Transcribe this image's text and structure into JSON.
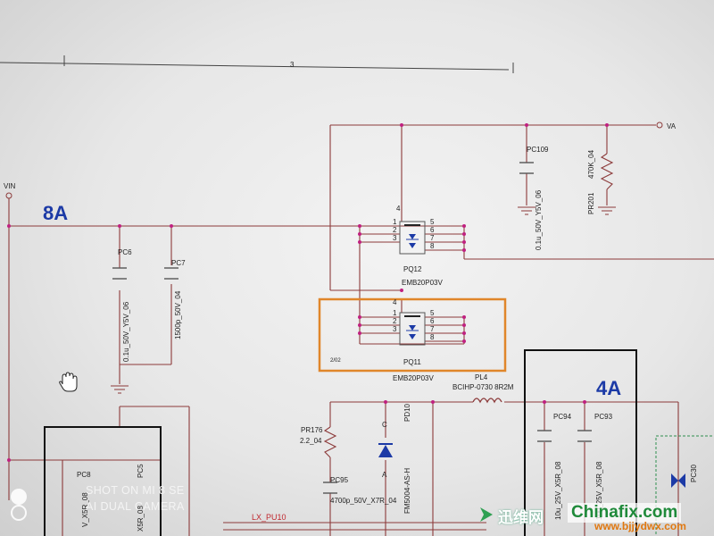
{
  "schematic": {
    "sheet_ref": "3",
    "rails": {
      "vin": "VIN",
      "va": "VA",
      "lx": "LX_PU10"
    },
    "current_labels": {
      "input": "8A",
      "output": "4A"
    },
    "highlight_tag": "2/02",
    "components": {
      "pc109": {
        "ref": "PC109",
        "value": "0.1u_50V_Y5V_06"
      },
      "pr201": {
        "ref": "PR201",
        "value": "470K_04"
      },
      "pc6": {
        "ref": "PC6",
        "value": "0.1u_50V_Y5V_06"
      },
      "pc7": {
        "ref": "PC7",
        "value": "1500p_50V_04"
      },
      "pq12": {
        "ref": "PQ12",
        "part": "EMB20P03V"
      },
      "pq11": {
        "ref": "PQ11",
        "part": "EMB20P03V"
      },
      "pl4": {
        "ref": "PL4",
        "part": "BCIHP-0730 8R2M"
      },
      "pr176": {
        "ref": "PR176",
        "value": "2.2_04"
      },
      "pd10": {
        "ref": "PD10",
        "part": "FM5004-AS-H"
      },
      "pc95": {
        "ref": "PC95",
        "value": "4700p_50V_X7R_04"
      },
      "pc94": {
        "ref": "PC94",
        "value": "10u_25V_X5R_08"
      },
      "pc93": {
        "ref": "PC93",
        "value": "10u_25V_X5R_08"
      },
      "pc8": {
        "ref": "PC8",
        "value": "V_X5R_08"
      },
      "pc5": {
        "ref": "PC5",
        "value": "X5R_08"
      },
      "pc30": {
        "ref": "PC30"
      }
    },
    "pins": {
      "left": [
        "1",
        "2",
        "3"
      ],
      "right": [
        "5",
        "6",
        "7",
        "8"
      ],
      "gate": "4"
    },
    "diode_pins": {
      "cathode": "C",
      "anode": "A"
    }
  },
  "watermarks": {
    "camera_line1": "SHOT ON MI 8 SE",
    "camera_line2": "AI DUAL CAMERA",
    "site_cn": "迅维网",
    "site_en": "Chinafix.com",
    "site_url": "www.bjjydwx.com"
  },
  "colors": {
    "wire": "#8c3a3a",
    "net": "#7a2f2f",
    "pin_dot": "#c02080",
    "highlight": "#e0862a",
    "current": "#1c3aa6"
  }
}
